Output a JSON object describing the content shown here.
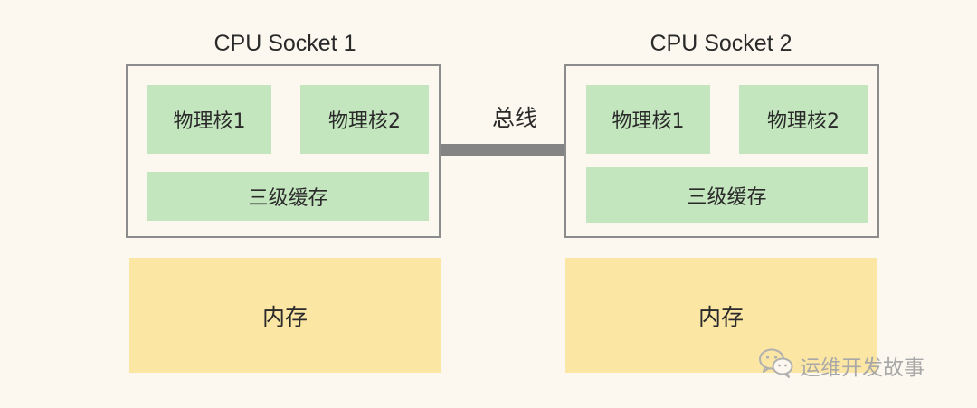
{
  "sockets": [
    {
      "title": "CPU Socket 1",
      "core1": "物理核1",
      "core2": "物理核2",
      "cache": "三级缓存",
      "memory": "内存"
    },
    {
      "title": "CPU Socket 2",
      "core1": "物理核1",
      "core2": "物理核2",
      "cache": "三级缓存",
      "memory": "内存"
    }
  ],
  "bus_label": "总线",
  "watermark": {
    "icon": "wechat-icon",
    "text": "运维开发故事"
  },
  "colors": {
    "background": "#fcf8ef",
    "core_and_cache": "#c4e6be",
    "memory": "#fbe6a4",
    "border": "#8c8c8c",
    "bus": "#848484"
  }
}
